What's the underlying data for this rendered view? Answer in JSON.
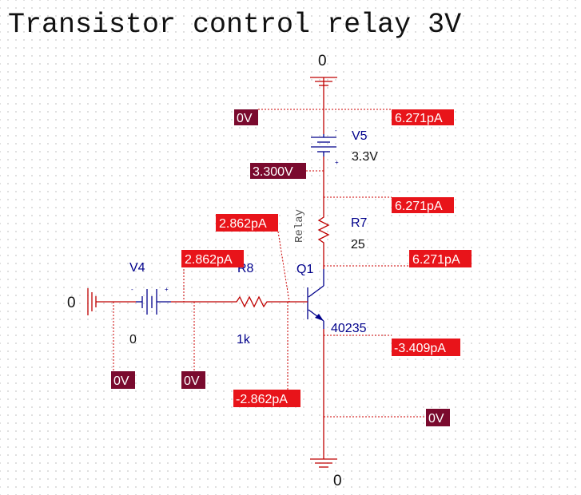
{
  "title": "Transistor control relay 3V",
  "colors": {
    "wire": "#bf0000",
    "component": "#00008b",
    "current_tag": "#e8141a",
    "voltage_tag": "#7a0a2e",
    "probe_line": "#cc0000"
  },
  "components": {
    "v5": {
      "ref": "V5",
      "value": "3.3V",
      "plus": "+",
      "minus": "-"
    },
    "v4": {
      "ref": "V4",
      "value": "0",
      "plus": "+",
      "minus": "-"
    },
    "r7": {
      "ref": "R7",
      "value": "25"
    },
    "r8": {
      "ref": "R8",
      "value": "1k"
    },
    "q1": {
      "ref": "Q1",
      "value": "40235"
    },
    "relay_label": "Relay"
  },
  "grounds": {
    "top": "0",
    "left": "0",
    "bottom": "0"
  },
  "probe_tags": {
    "v_top_node": "0V",
    "i_v5_top": "6.271pA",
    "v_v5_bottom": "3.300V",
    "i_r7_top": "6.271pA",
    "i_r8_left": "2.862pA",
    "i_base": "2.862pA",
    "i_collector": "6.271pA",
    "i_emitter": "-3.409pA",
    "v_left_ground": "0V",
    "v_v4_right": "0V",
    "i_base_bottom": "-2.862pA",
    "v_bottom_node": "0V"
  }
}
